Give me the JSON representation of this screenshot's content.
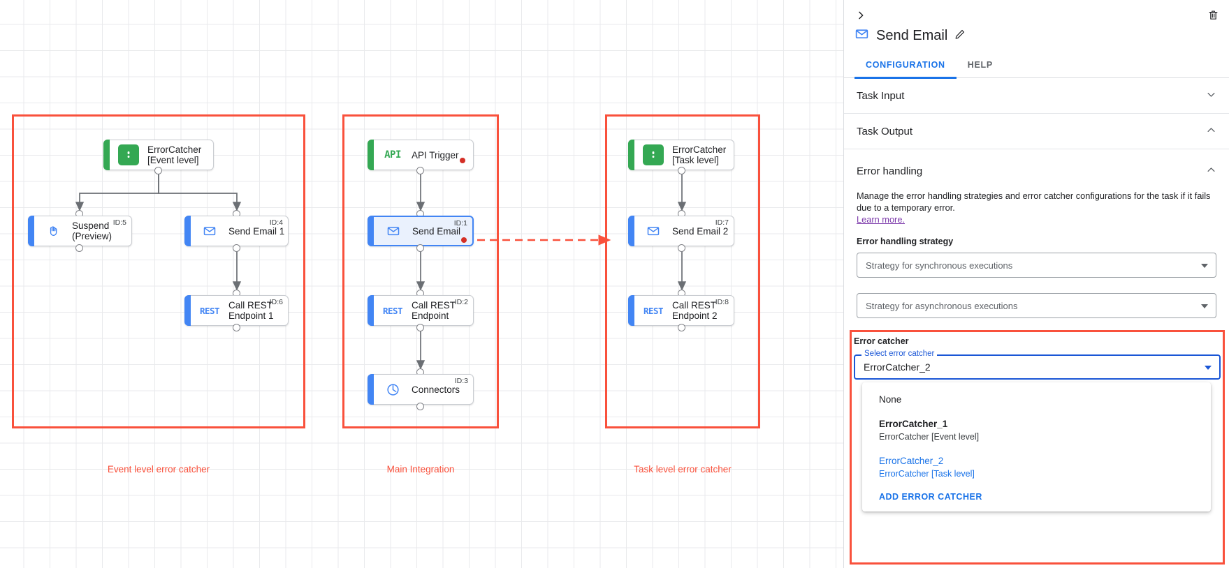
{
  "canvas": {
    "groups": [
      {
        "label": "Event level error catcher"
      },
      {
        "label": "Main Integration"
      },
      {
        "label": "Task level error catcher"
      }
    ],
    "nodes": {
      "errorcatcher_event": {
        "label": "ErrorCatcher\n[Event level]",
        "icon": "error-catcher-icon",
        "id": ""
      },
      "suspend": {
        "label": "Suspend\n(Preview)",
        "icon": "hand-icon",
        "id": "ID:5"
      },
      "send_email_1": {
        "label": "Send Email 1",
        "icon": "envelope-icon",
        "id": "ID:4"
      },
      "call_rest_1": {
        "label": "Call REST\nEndpoint 1",
        "icon": "rest-icon",
        "id": "ID:6"
      },
      "api_trigger": {
        "label": "API Trigger",
        "icon": "api-icon",
        "id": ""
      },
      "send_email": {
        "label": "Send Email",
        "icon": "envelope-icon",
        "id": "ID:1"
      },
      "call_rest": {
        "label": "Call REST\nEndpoint",
        "icon": "rest-icon",
        "id": "ID:2"
      },
      "connectors": {
        "label": "Connectors",
        "icon": "connectors-icon",
        "id": "ID:3"
      },
      "errorcatcher_task": {
        "label": "ErrorCatcher\n[Task level]",
        "icon": "error-catcher-icon",
        "id": ""
      },
      "send_email_2": {
        "label": "Send Email 2",
        "icon": "envelope-icon",
        "id": "ID:7"
      },
      "call_rest_2": {
        "label": "Call REST\nEndpoint 2",
        "icon": "rest-icon",
        "id": "ID:8"
      }
    }
  },
  "panel": {
    "collapse_icon": "chevron-right-icon",
    "delete_icon": "trash-icon",
    "title": "Send Email",
    "title_icon": "envelope-icon",
    "edit_icon": "pencil-icon",
    "tabs": [
      {
        "label": "CONFIGURATION",
        "active": true
      },
      {
        "label": "HELP",
        "active": false
      }
    ],
    "sections": [
      {
        "label": "Task Input",
        "chevron": "⌄"
      },
      {
        "label": "Task Output",
        "chevron": "⌃"
      }
    ],
    "error_handling": {
      "title": "Error handling",
      "chevron": "⌃",
      "description": "Manage the error handling strategies and error catcher configurations for the task if it fails due to a temporary error.",
      "learn_more": "Learn more.",
      "strategy_label": "Error handling strategy",
      "sync_placeholder": "Strategy for synchronous executions",
      "async_placeholder": "Strategy for asynchronous executions"
    },
    "error_catcher": {
      "heading": "Error catcher",
      "float_label": "Select error catcher",
      "value": "ErrorCatcher_2",
      "options": [
        {
          "primary": "None",
          "secondary": "",
          "selected": false,
          "bold": false
        },
        {
          "primary": "ErrorCatcher_1",
          "secondary": "ErrorCatcher [Event level]",
          "selected": false,
          "bold": true
        },
        {
          "primary": "ErrorCatcher_2",
          "secondary": "ErrorCatcher [Task level]",
          "selected": true,
          "bold": false
        }
      ],
      "add_label": "ADD ERROR CATCHER"
    }
  },
  "colors": {
    "accent_blue": "#1a73e8",
    "red_highlight": "#f9513c",
    "green": "#34a853",
    "node_blue": "#4285f4",
    "link_purple": "#7c3aab"
  }
}
